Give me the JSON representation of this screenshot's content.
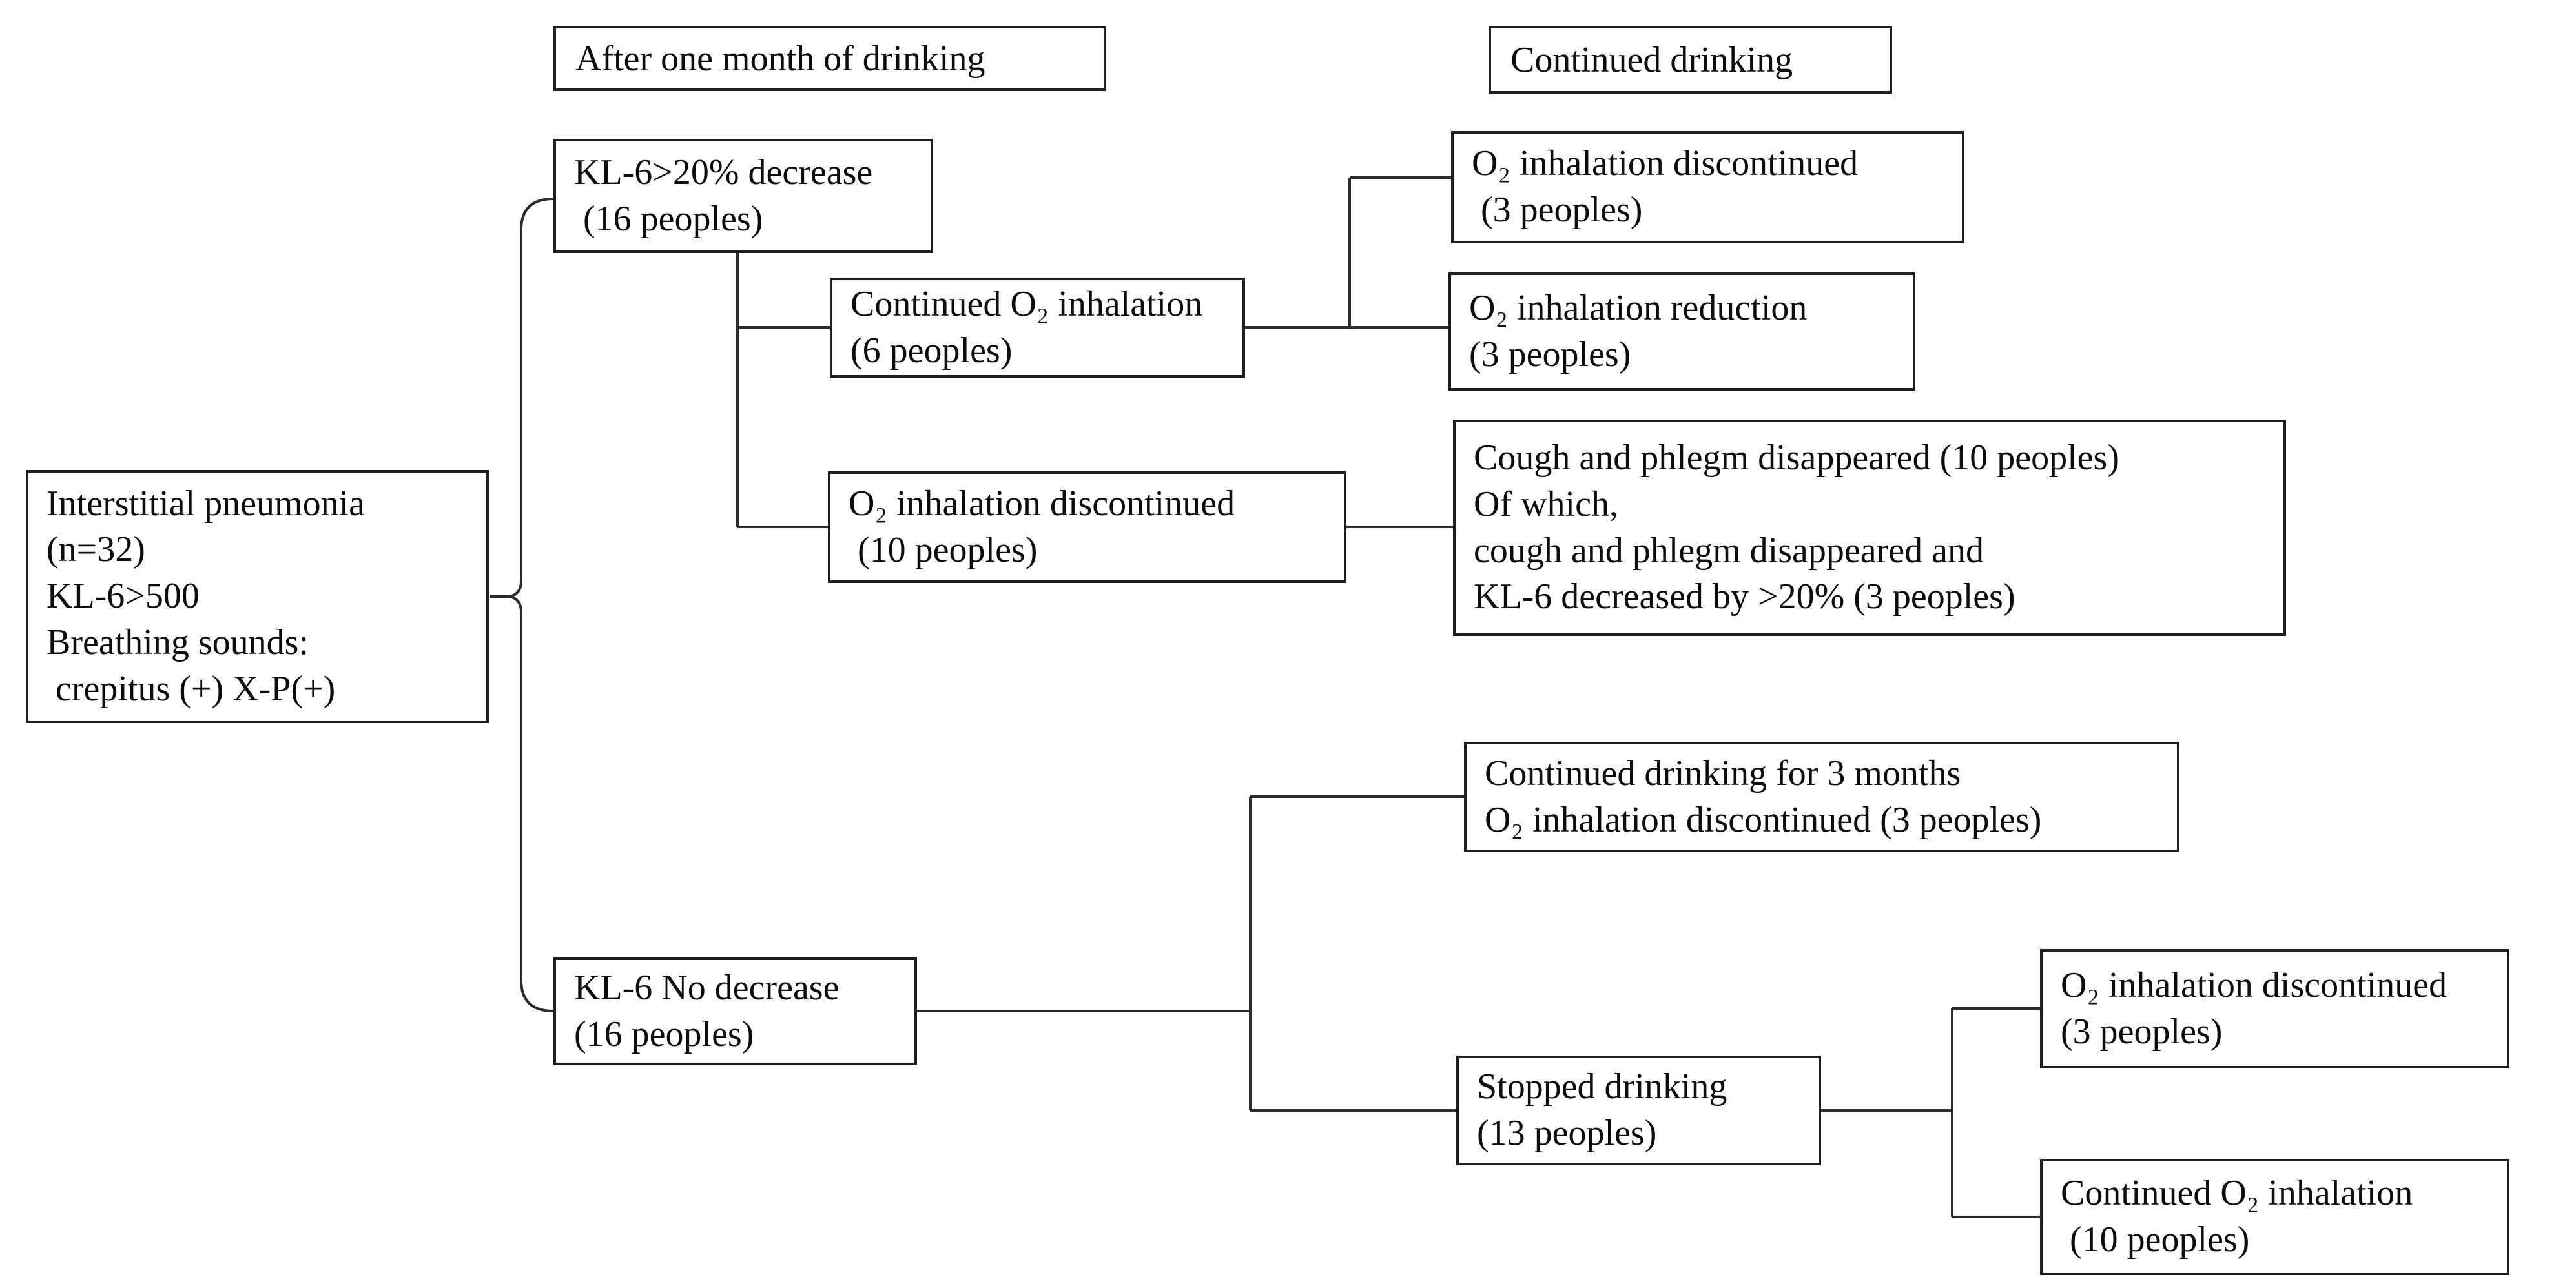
{
  "title": "Interstitial pneumonia drinking-treatment flow diagram",
  "colors": {
    "background": "#ffffff",
    "box_border": "#1f1f1f",
    "connector_line": "#2b2b2b",
    "text": "#0d0d0d"
  },
  "headers": {
    "after_one_month": "After one month of drinking",
    "continued_drinking": "Continued drinking"
  },
  "nodes": {
    "root": {
      "lines": [
        "Interstitial pneumonia",
        "(n=32)",
        "KL-6>500",
        "Breathing sounds:",
        " crepitus (+) X-P(+)"
      ]
    },
    "kl6_decrease": {
      "lines": [
        "KL-6>20% decrease",
        " (16 peoples)"
      ]
    },
    "continued_o2_6": {
      "lines": [
        "Continued O₂ inhalation",
        "(6 peoples)"
      ]
    },
    "o2_discontinued_3_top": {
      "lines": [
        "O₂ inhalation discontinued",
        " (3 peoples)"
      ]
    },
    "o2_reduction_3": {
      "lines": [
        "O₂ inhalation reduction",
        "(3 peoples)"
      ]
    },
    "o2_discontinued_10": {
      "lines": [
        "O₂ inhalation discontinued",
        " (10 peoples)"
      ]
    },
    "cough_outcome": {
      "lines": [
        "Cough and phlegm disappeared (10 peoples)",
        "Of which,",
        "cough and phlegm disappeared and",
        "KL-6 decreased by >20% (3 peoples)"
      ]
    },
    "continued_drinking_3mo": {
      "lines": [
        "Continued drinking for 3 months",
        "O₂ inhalation discontinued (3 peoples)"
      ]
    },
    "kl6_no_decrease": {
      "lines": [
        "KL-6 No decrease",
        "(16 peoples)"
      ]
    },
    "stopped_drinking": {
      "lines": [
        "Stopped drinking",
        "(13 peoples)"
      ]
    },
    "o2_discontinued_3_bottom": {
      "lines": [
        "O₂ inhalation discontinued",
        "(3 peoples)"
      ]
    },
    "continued_o2_10": {
      "lines": [
        "Continued O₂ inhalation",
        " (10 peoples)"
      ]
    }
  }
}
